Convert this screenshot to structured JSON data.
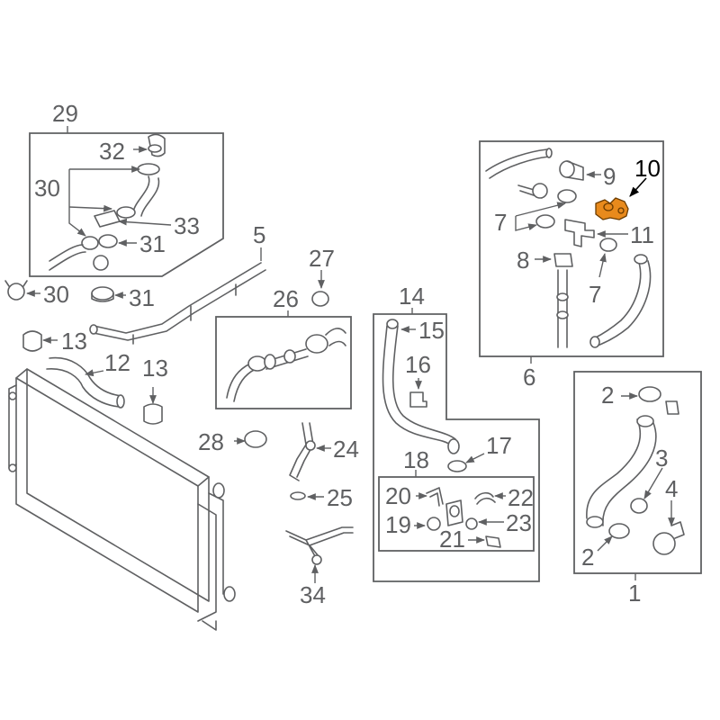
{
  "colors": {
    "line": "#5f6062",
    "highlight": "#e88a1c",
    "highlight_label": "#000000"
  },
  "callouts": {
    "c1": "1",
    "c2a": "2",
    "c2b": "2",
    "c3": "3",
    "c4": "4",
    "c5": "5",
    "c6": "6",
    "c7a": "7",
    "c7b": "7",
    "c8": "8",
    "c9": "9",
    "c10": "10",
    "c11": "11",
    "c12": "12",
    "c13a": "13",
    "c13b": "13",
    "c14": "14",
    "c15": "15",
    "c16": "16",
    "c17": "17",
    "c18": "18",
    "c19": "19",
    "c20": "20",
    "c21": "21",
    "c22": "22",
    "c23": "23",
    "c24": "24",
    "c25": "25",
    "c26": "26",
    "c27": "27",
    "c28": "28",
    "c29": "29",
    "c30a": "30",
    "c30b": "30",
    "c31a": "31",
    "c31b": "31",
    "c32": "32",
    "c33": "33",
    "c34": "34"
  },
  "highlighted_part": "10"
}
